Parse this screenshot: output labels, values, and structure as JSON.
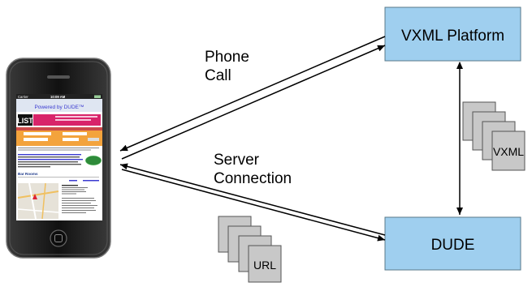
{
  "labels": {
    "phone_call_line1": "Phone",
    "phone_call_line2": "Call",
    "server_conn_line1": "Server",
    "server_conn_line2": "Connection"
  },
  "boxes": {
    "vxml_platform": "VXML Platform",
    "dude": "DUDE"
  },
  "documents": {
    "vxml_doc_label": "VXML",
    "url_doc_label": "URL"
  },
  "phone": {
    "status_carrier": "Carrier",
    "status_time": "10:09 AM",
    "powered_by": "Powered by DUDE™",
    "logo": "LIST",
    "section_heading": "Bar Rooms"
  },
  "colors": {
    "box_fill": "#9fcfef",
    "doc_fill": "#c8c8c8",
    "arrow": "#000000",
    "phone_body": "#1a1a1a"
  },
  "icons": [
    "iphone-device",
    "document-stack-icon"
  ]
}
